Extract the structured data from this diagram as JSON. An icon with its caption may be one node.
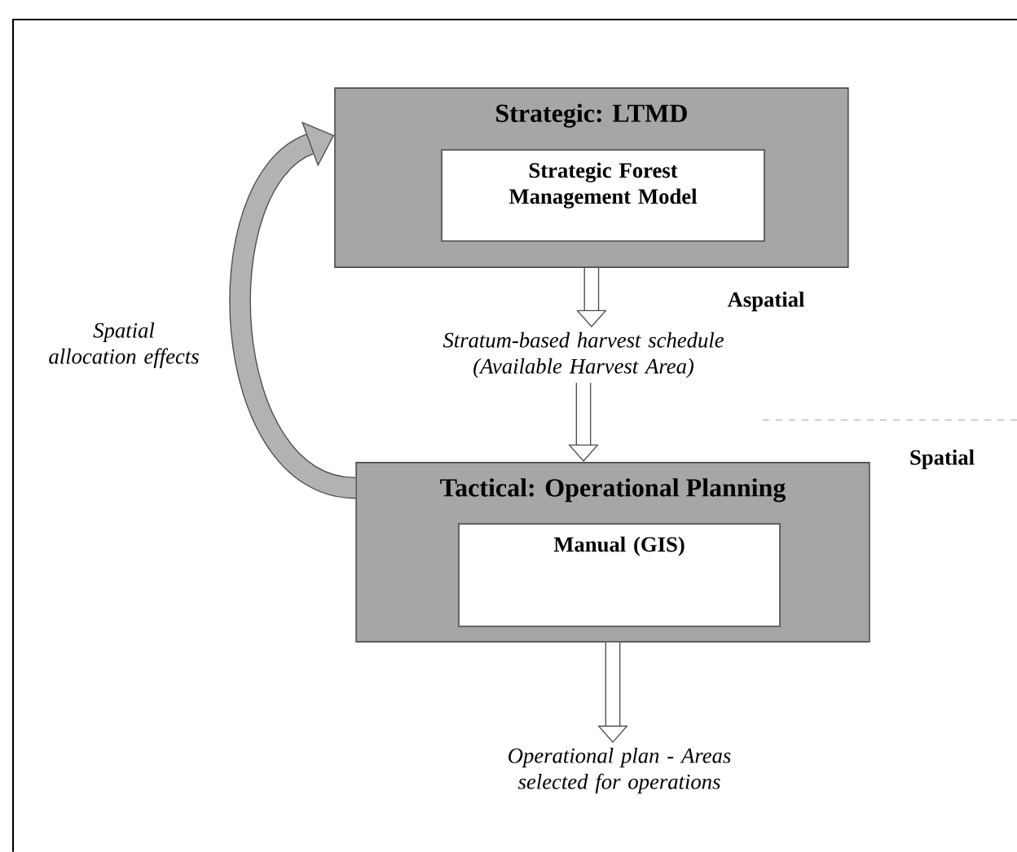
{
  "diagram": {
    "nodes": [
      {
        "text": [
          "Strategic: LTMD"
        ]
      },
      {
        "text": [
          "Strategic Forest Management Model"
        ],
        "in": 0
      },
      {
        "text": [
          "Stratum-based harvest schedule (Available Harvest Area)"
        ]
      },
      {
        "text": [
          "Tactical: Operational Planning"
        ]
      },
      {
        "text": [
          "Manual (GIS)"
        ],
        "in": 3
      },
      {
        "text": [
          "Operational plan - Areas selected for operations"
        ]
      }
    ],
    "edges": [
      {
        "from": 0,
        "to": 2,
        "arrow": "to"
      },
      {
        "from": 2,
        "to": 3,
        "arrow": "to"
      },
      {
        "from": 3,
        "to": 5,
        "arrow": "to"
      },
      {
        "from": 3,
        "to": 0,
        "arrow": "to",
        "label": "Spatial allocation effects"
      }
    ],
    "labels": [
      "Aspatial",
      "Spatial"
    ]
  }
}
